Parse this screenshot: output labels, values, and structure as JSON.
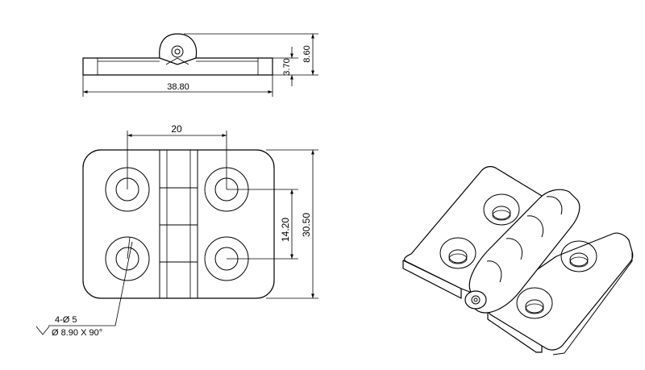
{
  "dimensions": {
    "width_total": "38.80",
    "height_total": "8.60",
    "plate_thickness": "3.70",
    "hole_spacing_horizontal": "20",
    "hole_spacing_vertical": "14.20",
    "plate_height": "30.50"
  },
  "callout": {
    "holes": "4-Ø 5",
    "countersink": "Ø 8.90 X 90°"
  }
}
